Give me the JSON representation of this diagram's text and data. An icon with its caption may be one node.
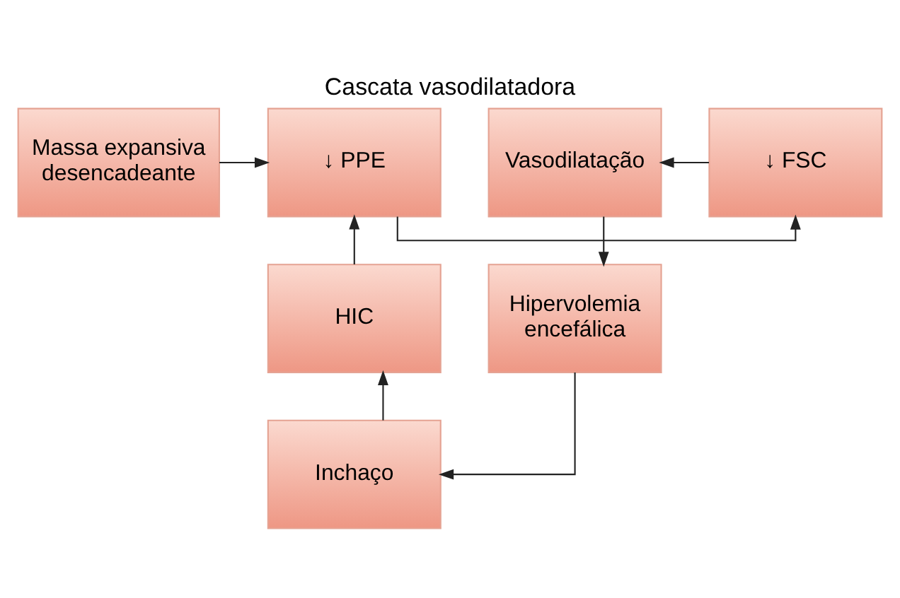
{
  "diagram": {
    "title": "Cascata vasodilatadora",
    "nodes": [
      {
        "text": [
          "Massa expansiva desencadeante"
        ]
      },
      {
        "text": [
          "↓ PPE"
        ]
      },
      {
        "text": [
          "↓ FSC"
        ]
      },
      {
        "text": [
          "Vasodilatação"
        ]
      },
      {
        "text": [
          "Hipervolemia encefálica"
        ]
      },
      {
        "text": [
          "HIC"
        ]
      },
      {
        "text": [
          "Inchaço"
        ]
      }
    ],
    "edges": [
      {
        "from": 0,
        "to": 1,
        "arrow": "to"
      },
      {
        "from": 1,
        "to": 2,
        "arrow": "to"
      },
      {
        "from": 2,
        "to": 3,
        "arrow": "to"
      },
      {
        "from": 3,
        "to": 4,
        "arrow": "to"
      },
      {
        "from": 4,
        "to": 6,
        "arrow": "to"
      },
      {
        "from": 6,
        "to": 5,
        "arrow": "to"
      },
      {
        "from": 5,
        "to": 1,
        "arrow": "to"
      }
    ]
  }
}
